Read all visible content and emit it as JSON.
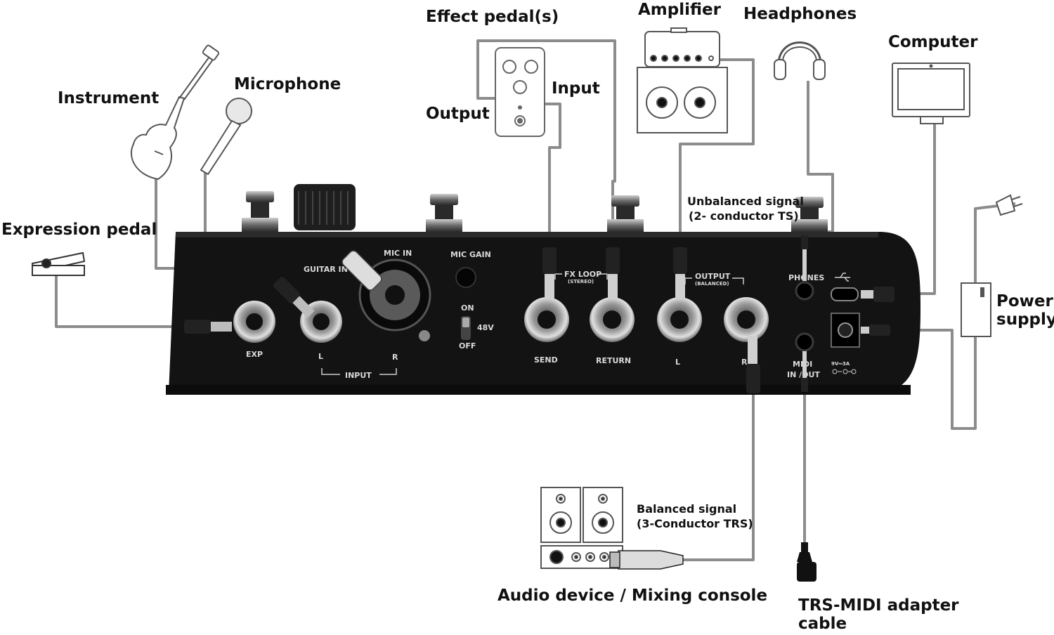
{
  "labels": {
    "instrument": "Instrument",
    "microphone": "Microphone",
    "expression_pedal": "Expression pedal",
    "effect_pedals": "Effect pedal(s)",
    "fx_input": "Input",
    "fx_output": "Output",
    "amplifier": "Amplifier",
    "headphones": "Headphones",
    "computer": "Computer",
    "power_supply": "Power supply",
    "unbalanced_signal": "Unbalanced signal",
    "unbalanced_detail": "(2- conductor TS)",
    "balanced_signal": "Balanced signal",
    "balanced_detail": "(3-Conductor TRS)",
    "audio_device": "Audio device / Mixing console",
    "trs_midi": "TRS-MIDI adapter cable"
  },
  "panel": {
    "guitar_in": "GUITAR IN",
    "mic_in": "MIC IN",
    "mic_gain": "MIC GAIN",
    "on": "ON",
    "off": "OFF",
    "v48": "48V",
    "fx_loop": "FX LOOP",
    "stereo": "(STEREO)",
    "output": "OUTPUT",
    "balanced": "(BALANCED)",
    "phones": "PHONES",
    "exp": "EXP",
    "in_l": "L",
    "in_r": "R",
    "input": "INPUT",
    "send": "SEND",
    "return": "RETURN",
    "out_l": "L",
    "out_r": "R",
    "midi": "MIDI",
    "in_out": "IN /OUT",
    "power_rating": "9V⎓3A"
  },
  "colors": {
    "device_body": "#131313",
    "cable": "#8a8a8a",
    "label": "#111111"
  }
}
